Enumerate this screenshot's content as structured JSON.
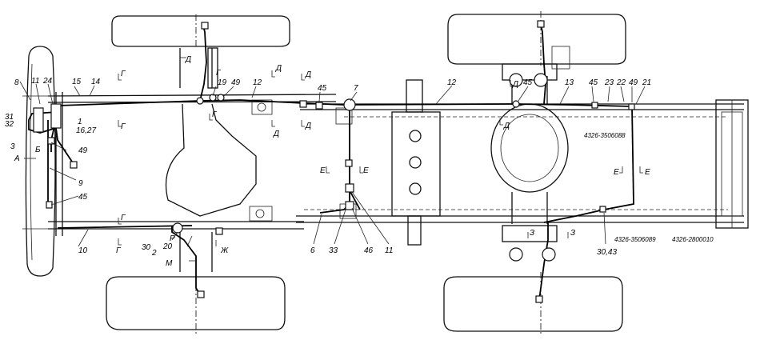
{
  "callouts": {
    "n8": "8",
    "n11": "11",
    "n24": "24",
    "n15": "15",
    "n14": "14",
    "n31": "31",
    "n32": "32",
    "n1": "1",
    "n16_27": "16,27",
    "n3": "3",
    "n49a": "49",
    "n9": "9",
    "n45a": "45",
    "n10": "10",
    "n19": "19",
    "n49b": "49",
    "n12a": "12",
    "n30": "30",
    "n2": "2",
    "n20": "20",
    "n45b": "45",
    "n7": "7",
    "n12b": "12",
    "n6": "6",
    "n33": "33",
    "n46": "46",
    "n11b": "11",
    "n45c": "45",
    "n13": "13",
    "n45d": "45",
    "n23": "23",
    "n22": "22",
    "n49c": "49",
    "n21": "21",
    "n30_43": "30,43"
  },
  "sections": {
    "A": "А",
    "B": "Б",
    "G": "Г",
    "D": "Д",
    "L": "Д",
    "E": "Е",
    "P": "Р",
    "M": "М",
    "Zh": "Ж",
    "Z": "З"
  },
  "part_numbers": {
    "p1": "4326-3506088",
    "p2": "4326-3506089",
    "p3": "4326-2800010"
  }
}
